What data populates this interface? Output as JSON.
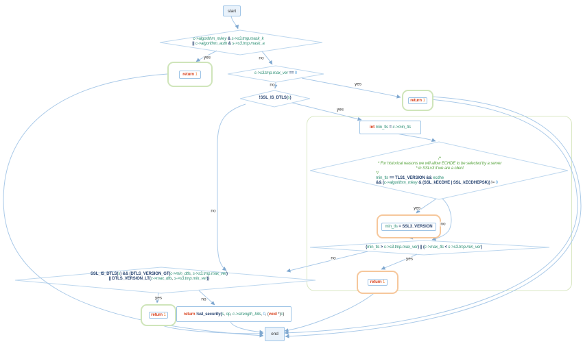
{
  "labels": {
    "yes": "yes",
    "no": "no"
  },
  "nodes": {
    "start": {
      "text": "start"
    },
    "end": {
      "text": "end"
    },
    "d1": {
      "lines": [
        {
          "a": "c",
          "segs": [
            {
              "t": "c->algorithm_mkey",
              "c": "v"
            },
            {
              "t": " ",
              "c": "o"
            },
            {
              "t": "&",
              "c": "b"
            },
            {
              "t": " ",
              "c": "o"
            },
            {
              "t": "s->s3.tmp.mask_k",
              "c": "v"
            }
          ]
        },
        {
          "a": "c",
          "segs": [
            {
              "t": "|| ",
              "c": "b"
            },
            {
              "t": "c->algorithm_auth",
              "c": "v"
            },
            {
              "t": " ",
              "c": "o"
            },
            {
              "t": "&",
              "c": "b"
            },
            {
              "t": " ",
              "c": "o"
            },
            {
              "t": "s->s3.tmp.mask_a",
              "c": "v"
            }
          ]
        }
      ]
    },
    "ret_tl": {
      "lines": [
        {
          "a": "c",
          "segs": [
            {
              "t": "return",
              "c": "k"
            },
            {
              "t": " 1",
              "c": "num"
            }
          ]
        }
      ]
    },
    "d2": {
      "lines": [
        {
          "a": "c",
          "segs": [
            {
              "t": "s->s3.tmp.max_ver",
              "c": "v"
            },
            {
              "t": " ",
              "c": "o"
            },
            {
              "t": "==",
              "c": "b"
            },
            {
              "t": " ",
              "c": "o"
            },
            {
              "t": "0",
              "c": "lit"
            }
          ]
        }
      ]
    },
    "ret_tr": {
      "lines": [
        {
          "a": "c",
          "segs": [
            {
              "t": "return",
              "c": "k"
            },
            {
              "t": " 1",
              "c": "num"
            }
          ]
        }
      ]
    },
    "d3": {
      "lines": [
        {
          "a": "c",
          "segs": [
            {
              "t": "!SSL_IS_DTLS(",
              "c": "f"
            },
            {
              "t": "s",
              "c": "n"
            },
            {
              "t": ")",
              "c": "f"
            }
          ]
        }
      ]
    },
    "p_min": {
      "lines": [
        {
          "a": "c",
          "segs": [
            {
              "t": "int",
              "c": "k"
            },
            {
              "t": " ",
              "c": "o"
            },
            {
              "t": "min_tls",
              "c": "n"
            },
            {
              "t": " = ",
              "c": "b"
            },
            {
              "t": "c->min_tls",
              "c": "v"
            }
          ]
        }
      ]
    },
    "d4": {
      "lines": [
        {
          "a": "c",
          "segs": [
            {
              "t": "/*",
              "c": "cm"
            }
          ]
        },
        {
          "a": "c",
          "segs": [
            {
              "t": "* For historical reasons we will allow ECHDE to be selected by a server",
              "c": "cm"
            }
          ]
        },
        {
          "a": "c",
          "segs": [
            {
              "t": "* in SSLv3 if we are a client",
              "c": "cm"
            }
          ]
        },
        {
          "a": "l",
          "segs": [
            {
              "t": "*/",
              "c": "cm"
            }
          ]
        },
        {
          "a": "l",
          "segs": [
            {
              "t": "min_tls",
              "c": "n"
            },
            {
              "t": " ",
              "c": "o"
            },
            {
              "t": "==",
              "c": "b"
            },
            {
              "t": " ",
              "c": "o"
            },
            {
              "t": "TLS1_VERSION",
              "c": "f"
            },
            {
              "t": " ",
              "c": "o"
            },
            {
              "t": "&&",
              "c": "b"
            },
            {
              "t": " ",
              "c": "o"
            },
            {
              "t": "ecdhe",
              "c": "n"
            }
          ]
        },
        {
          "a": "l",
          "segs": [
            {
              "t": "&& (",
              "c": "b"
            },
            {
              "t": "c->algorithm_mkey",
              "c": "v"
            },
            {
              "t": " ",
              "c": "o"
            },
            {
              "t": "&",
              "c": "b"
            },
            {
              "t": " (",
              "c": "b"
            },
            {
              "t": "SSL_kECDHE",
              "c": "f"
            },
            {
              "t": " | ",
              "c": "b"
            },
            {
              "t": "SSL_kECDHEPSK",
              "c": "f"
            },
            {
              "t": ")) ",
              "c": "b"
            },
            {
              "t": "!= ",
              "c": "o"
            },
            {
              "t": "0",
              "c": "lit"
            }
          ]
        }
      ]
    },
    "p_ssl3": {
      "lines": [
        {
          "a": "c",
          "segs": [
            {
              "t": "min_tls",
              "c": "n"
            },
            {
              "t": " = ",
              "c": "b"
            },
            {
              "t": "SSL3_VERSION",
              "c": "f"
            }
          ]
        }
      ]
    },
    "d5": {
      "lines": [
        {
          "a": "c",
          "segs": [
            {
              "t": "(",
              "c": "b"
            },
            {
              "t": "min_tls",
              "c": "n"
            },
            {
              "t": " > ",
              "c": "b"
            },
            {
              "t": "s->s3.tmp.max_ver",
              "c": "v"
            },
            {
              "t": ") ",
              "c": "b"
            },
            {
              "t": "|| (",
              "c": "b"
            },
            {
              "t": "c->max_tls",
              "c": "v"
            },
            {
              "t": " < ",
              "c": "b"
            },
            {
              "t": "s->s3.tmp.min_ver",
              "c": "v"
            },
            {
              "t": ")",
              "c": "b"
            }
          ]
        }
      ]
    },
    "ret_in": {
      "lines": [
        {
          "a": "c",
          "segs": [
            {
              "t": "return",
              "c": "k"
            },
            {
              "t": " 1",
              "c": "num"
            }
          ]
        }
      ]
    },
    "d6": {
      "lines": [
        {
          "a": "c",
          "segs": [
            {
              "t": "SSL_IS_DTLS(",
              "c": "f"
            },
            {
              "t": "s",
              "c": "n"
            },
            {
              "t": ") ",
              "c": "f"
            },
            {
              "t": "&& (",
              "c": "b"
            },
            {
              "t": "DTLS_VERSION_GT(",
              "c": "f"
            },
            {
              "t": "c->min_dtls",
              "c": "v"
            },
            {
              "t": ", ",
              "c": "o"
            },
            {
              "t": "s->s3.tmp.max_ver",
              "c": "v"
            },
            {
              "t": ")",
              "c": "f"
            }
          ]
        },
        {
          "a": "c",
          "segs": [
            {
              "t": "|| ",
              "c": "b"
            },
            {
              "t": "DTLS_VERSION_LT(",
              "c": "f"
            },
            {
              "t": "c->max_dtls",
              "c": "v"
            },
            {
              "t": ", ",
              "c": "o"
            },
            {
              "t": "s->s3.tmp.min_ver",
              "c": "v"
            },
            {
              "t": "))",
              "c": "f"
            }
          ]
        }
      ]
    },
    "ret_bot": {
      "lines": [
        {
          "a": "c",
          "segs": [
            {
              "t": "return",
              "c": "k"
            },
            {
              "t": " 1",
              "c": "num"
            }
          ]
        }
      ]
    },
    "p_sec": {
      "lines": [
        {
          "a": "c",
          "segs": [
            {
              "t": "return",
              "c": "k"
            },
            {
              "t": " ",
              "c": "o"
            },
            {
              "t": "!ssl_security(",
              "c": "f"
            },
            {
              "t": "s",
              "c": "n"
            },
            {
              "t": ", ",
              "c": "o"
            },
            {
              "t": "op",
              "c": "n"
            },
            {
              "t": ", ",
              "c": "o"
            },
            {
              "t": "c->strength_bits",
              "c": "v"
            },
            {
              "t": ", ",
              "c": "o"
            },
            {
              "t": "0",
              "c": "lit"
            },
            {
              "t": ", (",
              "c": "o"
            },
            {
              "t": "void",
              "c": "k"
            },
            {
              "t": " *)",
              "c": "o"
            },
            {
              "t": "c",
              "c": "n"
            },
            {
              "t": ")",
              "c": "o"
            }
          ]
        }
      ]
    }
  },
  "edges": [
    {
      "from": "start",
      "to": "d1",
      "label": ""
    },
    {
      "from": "d1",
      "to": "ret_tl",
      "label": "yes"
    },
    {
      "from": "d1",
      "to": "d2",
      "label": "no"
    },
    {
      "from": "d2",
      "to": "ret_tr",
      "label": "yes"
    },
    {
      "from": "d2",
      "to": "d3",
      "label": "no"
    },
    {
      "from": "d3",
      "to": "p_min",
      "label": "yes"
    },
    {
      "from": "d3",
      "to": "d6",
      "label": "no"
    },
    {
      "from": "p_min",
      "to": "d4",
      "label": ""
    },
    {
      "from": "d4",
      "to": "p_ssl3",
      "label": "yes"
    },
    {
      "from": "d4",
      "to": "d5",
      "label": "no"
    },
    {
      "from": "p_ssl3",
      "to": "d5",
      "label": ""
    },
    {
      "from": "d5",
      "to": "ret_in",
      "label": "yes"
    },
    {
      "from": "d5",
      "to": "d6",
      "label": "no"
    },
    {
      "from": "d6",
      "to": "ret_bot",
      "label": "yes"
    },
    {
      "from": "d6",
      "to": "p_sec",
      "label": "no"
    },
    {
      "from": "ret_tl",
      "to": "end",
      "label": ""
    },
    {
      "from": "ret_tr",
      "to": "end",
      "label": ""
    },
    {
      "from": "ret_in",
      "to": "end",
      "label": ""
    },
    {
      "from": "ret_bot",
      "to": "end",
      "label": ""
    },
    {
      "from": "p_sec",
      "to": "end",
      "label": ""
    }
  ],
  "colors": {
    "edge": "#a9c9e8",
    "node_border": "#9ec4e6",
    "diamond_border": "#bdd7ee",
    "container_border": "#d9e7c3",
    "return_border_green": "#cfe5ba",
    "highlight_border_orange": "#f6c79b",
    "keyword": "#d8401c",
    "macro": "#23406e",
    "variable": "#2c8f74",
    "comment": "#56a33c",
    "literal": "#4da0e0",
    "number": "#ed7d31"
  }
}
